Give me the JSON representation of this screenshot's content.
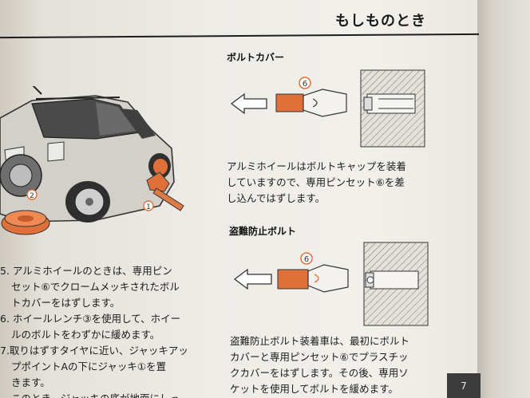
{
  "header": {
    "title": "もしものとき"
  },
  "page_tab": {
    "number": "7"
  },
  "left_column": {
    "illustration_labels": {
      "callout_2": "2",
      "callout_1": "1"
    },
    "steps": [
      "5. アルミホイールのときは、専用ピン",
      "セット⑥でクロームメッキされたボル",
      "トカバーをはずします。",
      "6. ホイールレンチ③を使用して、ホイー",
      "ルのボルトをわずかに緩めます。",
      "7.取りはずすタイヤに近い、ジャッキアッ",
      "プポイントAの下にジャッキ①を置",
      "きます。",
      "このとき、ジャッキの底が地面にしっ"
    ]
  },
  "right_column": {
    "section1": {
      "heading": "ボルトカバー",
      "callout": "6",
      "text_lines": [
        "アルミホイールはボルトキャップを装着",
        "していますので、専用ピンセット⑥を差",
        "し込んではずします。"
      ]
    },
    "section2": {
      "heading": "盗難防止ボルト",
      "callout": "6",
      "text_lines": [
        "盗難防止ボルト装着車は、最初にボルト",
        "カバーと専用ピンセット⑥でプラスチッ",
        "クカバーをはずします。その後、専用ソ",
        "ケットを使用してボルトを緩めます。"
      ]
    }
  },
  "colors": {
    "accent_orange": "#e0703a",
    "ink": "#1b1b1b"
  }
}
